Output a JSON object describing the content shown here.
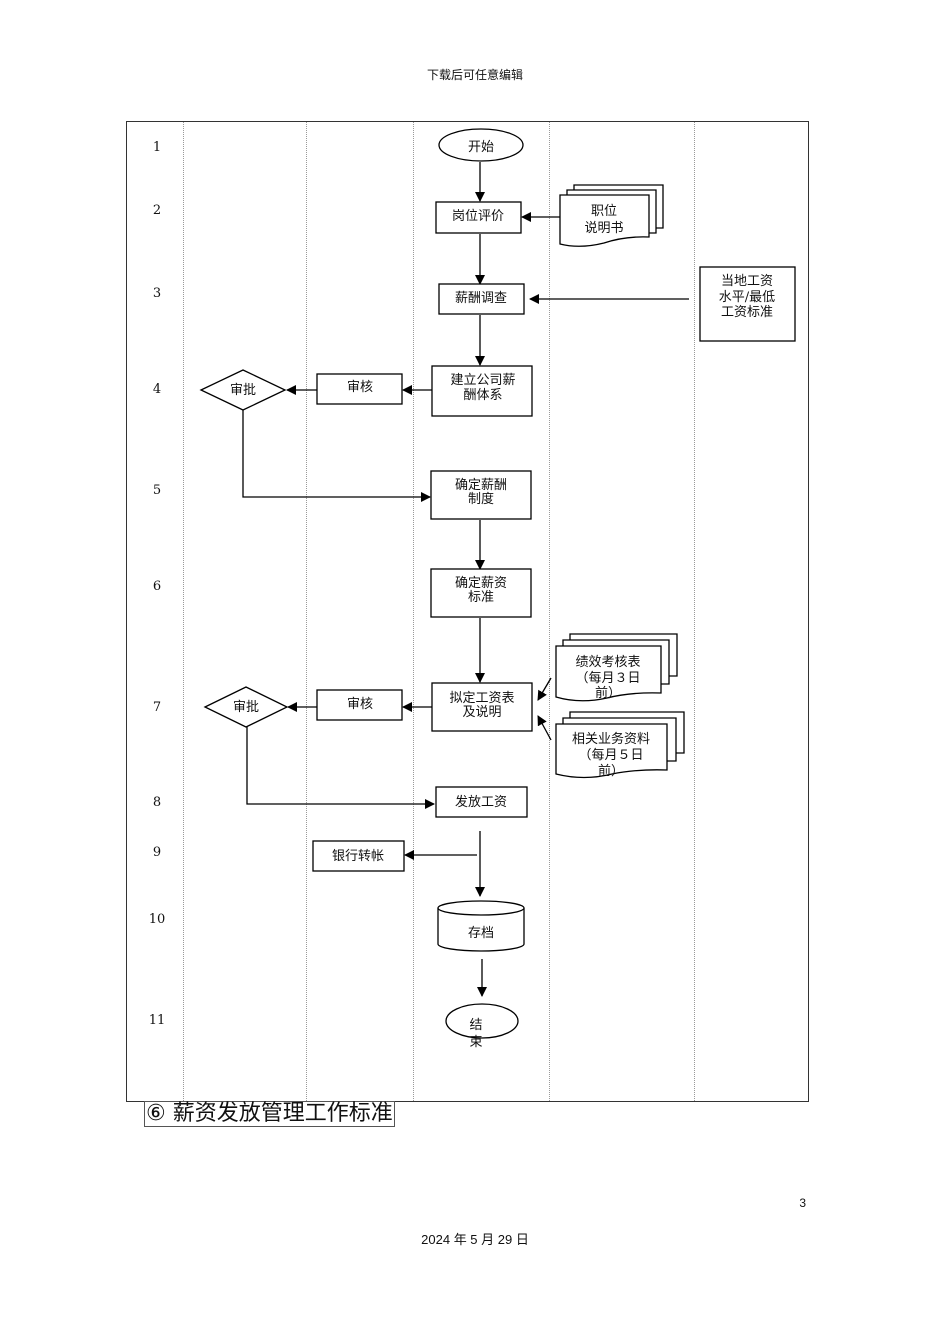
{
  "page": {
    "header": "下载后可任意编辑",
    "page_number": "3",
    "date": "2024 年 5 月 29 日",
    "section_title": "⑥  薪资发放管理工作标准"
  },
  "flowchart": {
    "row_numbers": [
      "1",
      "2",
      "3",
      "4",
      "5",
      "6",
      "7",
      "8",
      "9",
      "10",
      "11"
    ],
    "nodes": {
      "start": [
        "开始"
      ],
      "job_eval": [
        "岗位评价"
      ],
      "job_desc": [
        "职位",
        "说明书"
      ],
      "salary_survey": [
        "薪酬调查"
      ],
      "local_wage": [
        "当地工资",
        "水平/最低",
        "工资标准"
      ],
      "build_system": [
        "建立公司薪",
        "酬体系"
      ],
      "review1": [
        "审核"
      ],
      "approve1": [
        "审批"
      ],
      "set_policy": [
        "确定薪酬",
        "制度"
      ],
      "set_standard": [
        "确定薪资",
        "标准"
      ],
      "draft_payroll": [
        "拟定工资表",
        "及说明"
      ],
      "review2": [
        "审核"
      ],
      "approve2": [
        "审批"
      ],
      "perf_sheet": [
        "绩效考核表",
        "（每月３日",
        "前）"
      ],
      "biz_data": [
        "相关业务资料",
        "（每月５日",
        "前）"
      ],
      "pay_salary": [
        "发放工资"
      ],
      "bank_transfer": [
        "银行转帐"
      ],
      "archive": [
        "存档"
      ],
      "end": [
        "结",
        "束"
      ]
    }
  }
}
